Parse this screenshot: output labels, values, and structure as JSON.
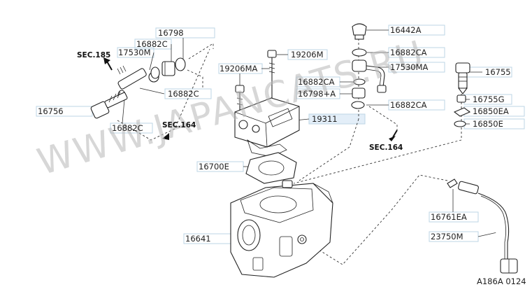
{
  "watermark": "WWW.JAPANCATS.RU",
  "diagram_code": "A186A 0124",
  "section_refs": {
    "sec185": "SEC.185",
    "sec164_left": "SEC.164",
    "sec164_right": "SEC.164"
  },
  "parts": {
    "p16798_top": "16798",
    "p16882c_a": "16882C",
    "p17530m": "17530M",
    "p16882c_b": "16882C",
    "p16756": "16756",
    "p16882c_c": "16882C",
    "p19206m": "19206M",
    "p19206ma": "19206MA",
    "p16442a": "16442A",
    "p16882ca_a": "16882CA",
    "p17530ma": "17530MA",
    "p16882ca_b": "16882CA",
    "p16798a": "16798+A",
    "p16882ca_c": "16882CA",
    "p19311": "19311",
    "p16755": "16755",
    "p16755g": "16755G",
    "p16850ea": "16850EA",
    "p16850e": "16850E",
    "p16700e": "16700E",
    "p16761ea": "16761EA",
    "p23750m": "23750M",
    "p16641": "16641"
  }
}
